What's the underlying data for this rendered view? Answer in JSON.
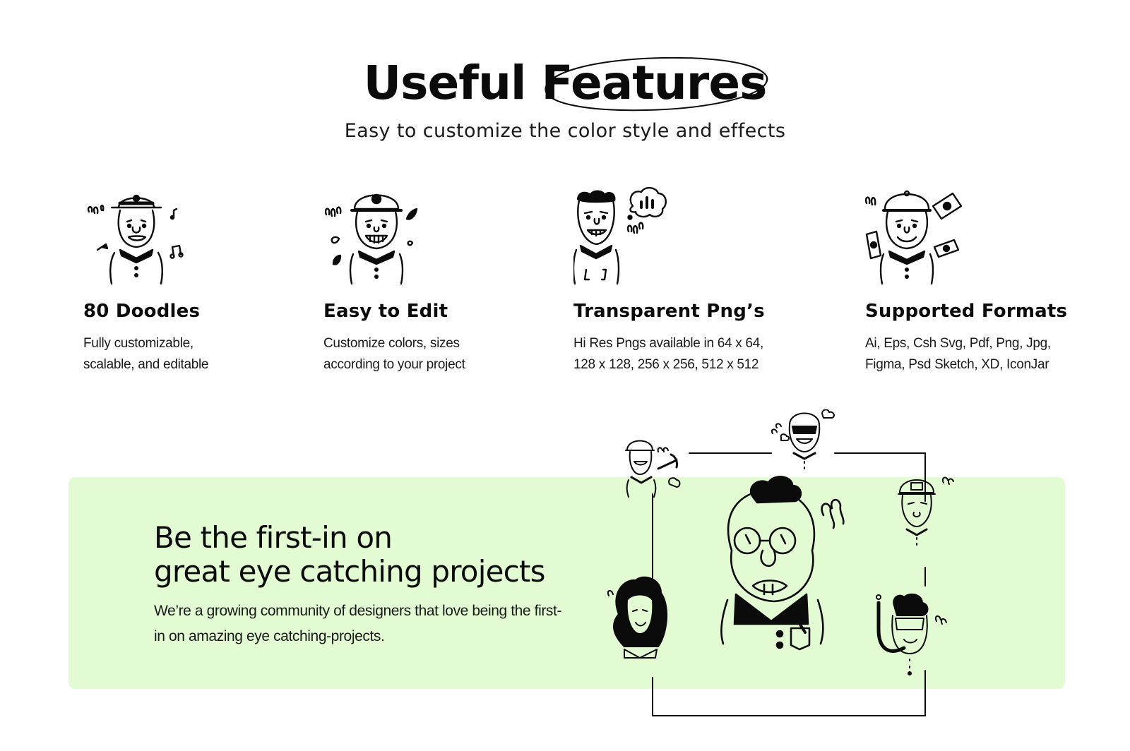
{
  "header": {
    "title_word1": "Useful",
    "title_word2": "Features",
    "subtitle": "Easy to customize the color style and effects"
  },
  "features": [
    {
      "title": "80 Doodles",
      "line1": "Fully customizable,",
      "line2": "scalable, and editable",
      "doodle": "hat-man-music-doodle-icon"
    },
    {
      "title": "Easy to Edit",
      "line1": "Customize colors, sizes",
      "line2": "according to your project",
      "doodle": "cap-man-leaves-doodle-icon"
    },
    {
      "title": "Transparent Png’s",
      "line1": "Hi Res Pngs available in 64 x 64,",
      "line2": "128 x 128, 256 x 256, 512 x 512",
      "doodle": "curly-man-chart-bubble-doodle-icon"
    },
    {
      "title": "Supported Formats",
      "line1": "Ai, Eps, Csh Svg, Pdf, Png, Jpg,",
      "line2": "Figma, Psd Sketch, XD, IconJar",
      "doodle": "beanie-man-money-doodle-icon"
    }
  ],
  "banner": {
    "title_line1": "Be the first-in on",
    "title_line2": "great eye catching projects",
    "text": "We’re a growing community of designers that love being the first-in on amazing eye catching-projects.",
    "background": "#e3fbd3"
  },
  "colors": {
    "ink": "#0b0b0b",
    "background": "#ffffff",
    "banner": "#e3fbd3"
  }
}
